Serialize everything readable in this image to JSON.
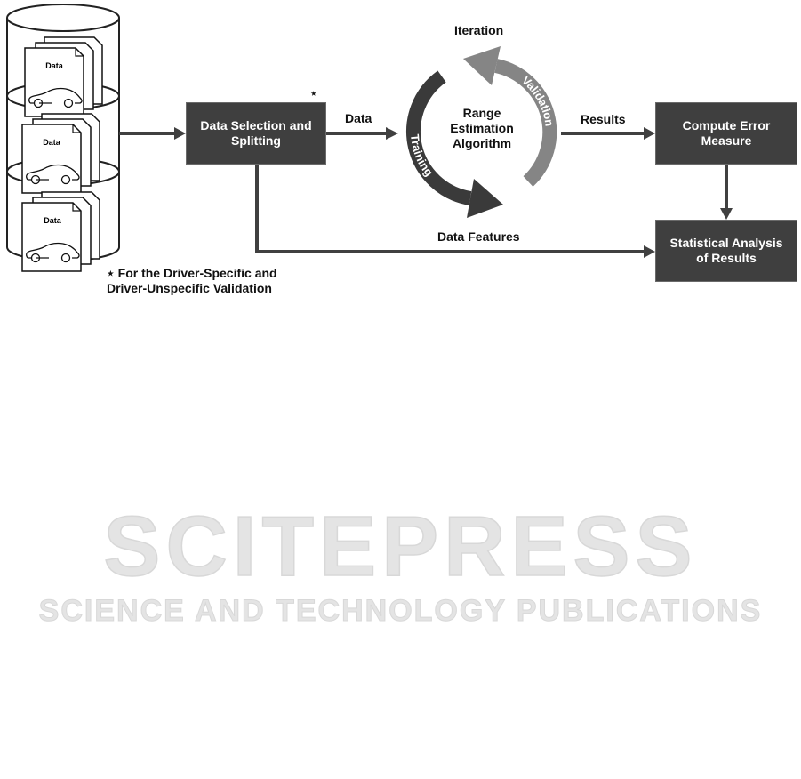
{
  "watermark": {
    "title": "SCITEPRESS",
    "subtitle": "SCIENCE AND TECHNOLOGY PUBLICATIONS"
  },
  "database": {
    "doc_label": "Data",
    "stacks": 3,
    "icon": "car-icon"
  },
  "boxes": {
    "selection": "Data Selection and Splitting",
    "compute": "Compute Error Measure",
    "statistical": "Statistical Analysis of Results"
  },
  "selection_marker": "⋆",
  "cycle": {
    "iteration": "Iteration",
    "center_line1": "Range",
    "center_line2": "Estimation",
    "center_line3": "Algorithm",
    "training": "Training",
    "validation": "Validation",
    "training_color": "#3a3a3a",
    "validation_color": "#858585"
  },
  "edges": {
    "data": "Data",
    "results": "Results",
    "features": "Data Features"
  },
  "footnote": {
    "line1": "⋆ For the Driver-Specific and",
    "line2": "Driver-Unspecific Validation"
  }
}
